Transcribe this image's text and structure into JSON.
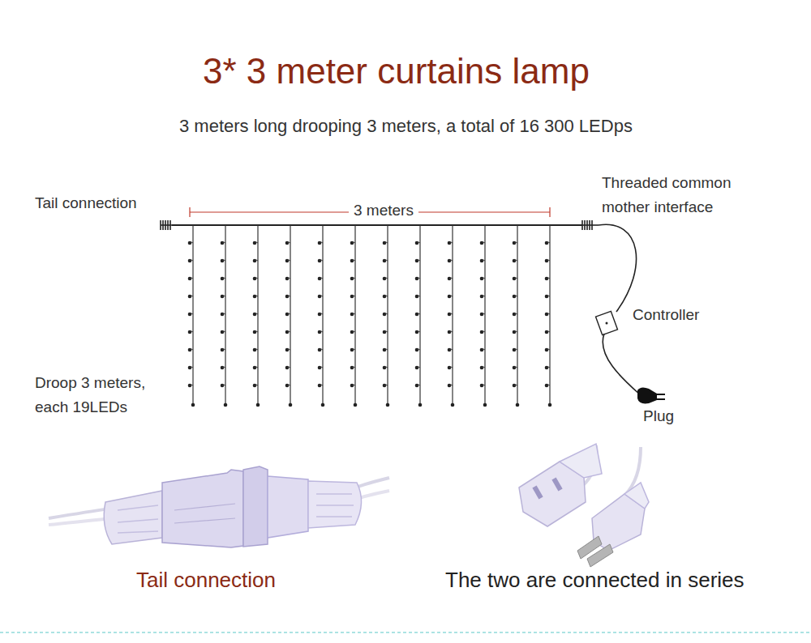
{
  "diagram": {
    "title": "3* 3 meter curtains lamp",
    "labels": [
      "3 meters long drooping 3 meters, a total of 16 300 LEDps",
      "Tail connection",
      "3 meters",
      "Threaded common mother interface",
      "Controller",
      "Droop 3 meters, each 19LEDs",
      "Plug",
      "Tail connection",
      "The two are connected in series"
    ]
  }
}
